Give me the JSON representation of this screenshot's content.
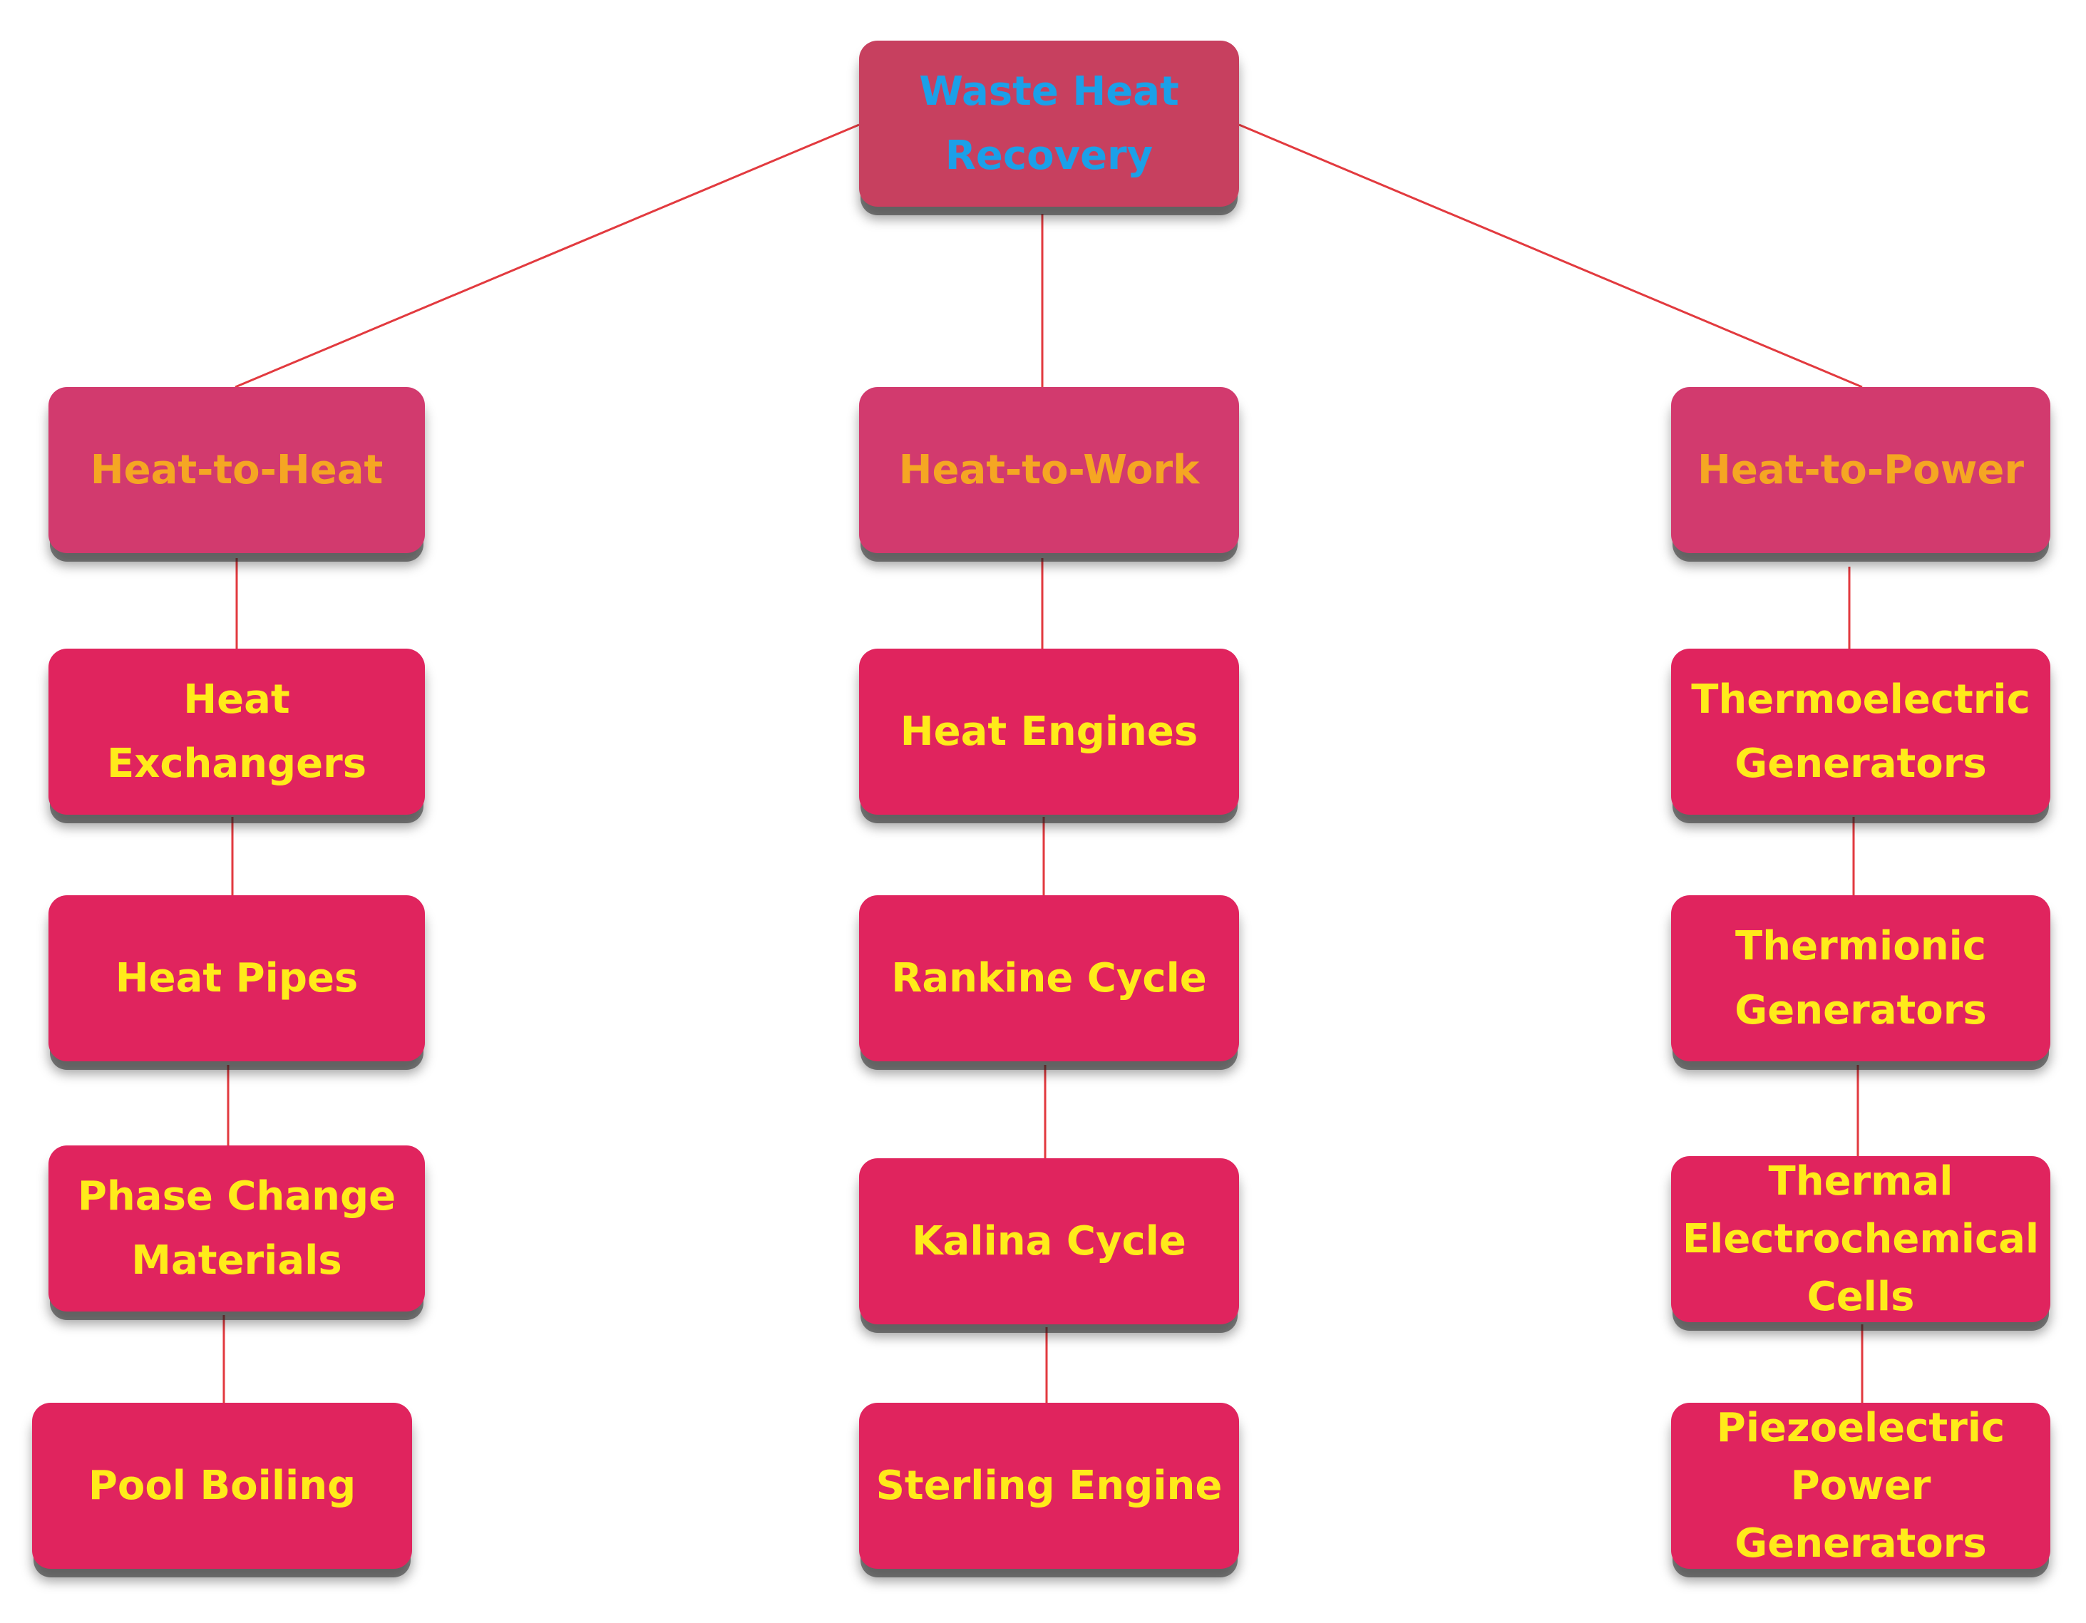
{
  "diagram": {
    "root": {
      "label": "Waste Heat\nRecovery"
    },
    "categories": [
      {
        "label": "Heat-to-Heat",
        "items": [
          "Heat\nExchangers",
          "Heat Pipes",
          "Phase Change\nMaterials",
          "Pool Boiling"
        ]
      },
      {
        "label": "Heat-to-Work",
        "items": [
          "Heat Engines",
          "Rankine Cycle",
          "Kalina Cycle",
          "Sterling Engine"
        ]
      },
      {
        "label": "Heat-to-Power",
        "items": [
          "Thermoelectric\nGenerators",
          "Thermionic\nGenerators",
          "Thermal\nElectrochemical\nCells",
          "Piezoelectric\nPower Generators"
        ]
      }
    ]
  },
  "colors": {
    "root_fill": "#c7405f",
    "root_text": "#1ba0e8",
    "category_fill": "#d23a6e",
    "category_text": "#f5a623",
    "leaf_fill": "#e0245e",
    "leaf_text": "#ffeb1a",
    "connector": "#e23a3f"
  }
}
